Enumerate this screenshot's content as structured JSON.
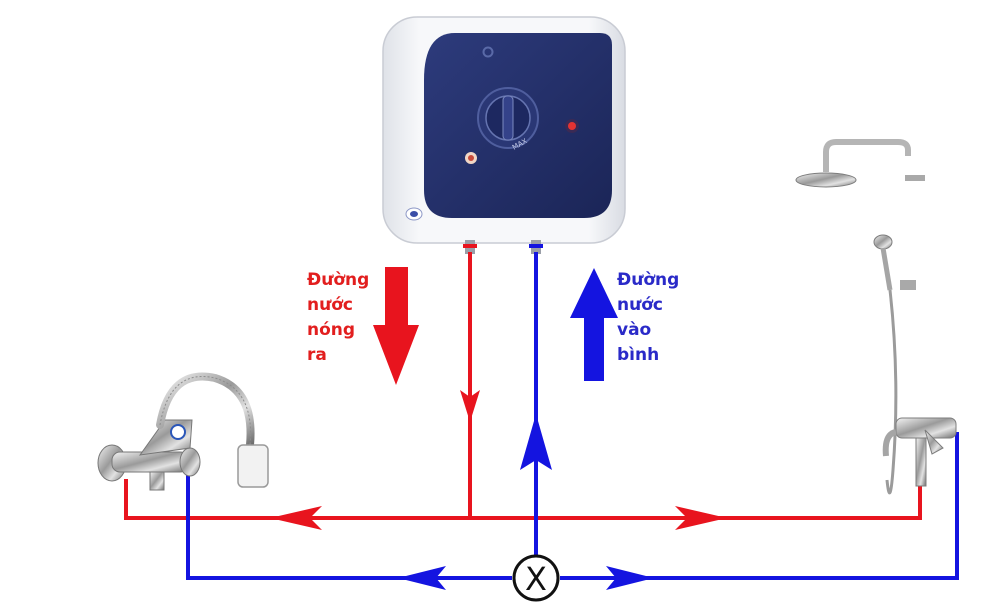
{
  "labels": {
    "hot_out": [
      "Đường",
      "nước",
      "nóng",
      "ra"
    ],
    "cold_in": [
      "Đường",
      "nước",
      "vào",
      "bình"
    ],
    "valve_symbol": "X"
  },
  "colors": {
    "hot": "#e8141e",
    "cold": "#1414e0",
    "hot_text": "#e21e1e",
    "cold_text": "#2a2ac8",
    "heater_body": "#f3f4f7",
    "heater_panel": "#23306b"
  },
  "icons": [
    "water-heater-icon",
    "sink-faucet-icon",
    "shower-set-icon",
    "valve-icon"
  ]
}
